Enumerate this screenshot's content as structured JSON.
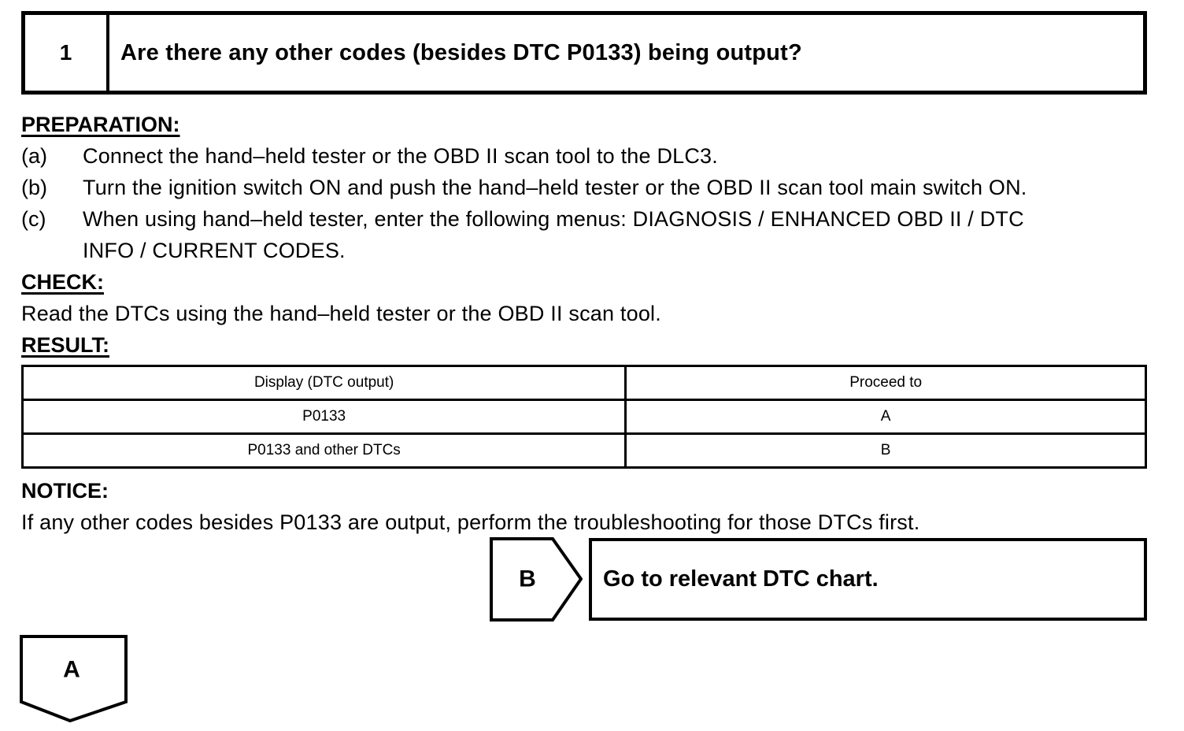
{
  "colors": {
    "ink": "#000000",
    "paper": "#ffffff"
  },
  "step": {
    "number": "1",
    "question": "Are there any other codes (besides DTC P0133) being output?"
  },
  "sections": {
    "preparation": {
      "heading": "PREPARATION:",
      "items": [
        {
          "label": "(a)",
          "lines": [
            "Connect the hand–held tester or the OBD II scan tool to the DLC3."
          ]
        },
        {
          "label": "(b)",
          "lines": [
            "Turn the ignition switch ON and push the hand–held tester or the OBD II scan tool main switch ON."
          ]
        },
        {
          "label": "(c)",
          "lines": [
            "When using hand–held tester, enter the following menus: DIAGNOSIS / ENHANCED OBD II / DTC",
            "INFO / CURRENT CODES."
          ]
        }
      ]
    },
    "check": {
      "heading": "CHECK:",
      "text": "Read the DTCs using the hand–held tester or the OBD II scan tool."
    },
    "result": {
      "heading": "RESULT:",
      "table": {
        "headers": [
          "Display (DTC output)",
          "Proceed to"
        ],
        "rows": [
          [
            "P0133",
            "A"
          ],
          [
            "P0133 and other DTCs",
            "B"
          ]
        ]
      }
    },
    "notice": {
      "heading": "NOTICE:",
      "text": "If any other codes besides P0133 are output, perform the troubleshooting for those DTCs first."
    }
  },
  "flow": {
    "branch_b": {
      "label": "B",
      "action": "Go to relevant DTC chart."
    },
    "branch_a": {
      "label": "A"
    }
  }
}
